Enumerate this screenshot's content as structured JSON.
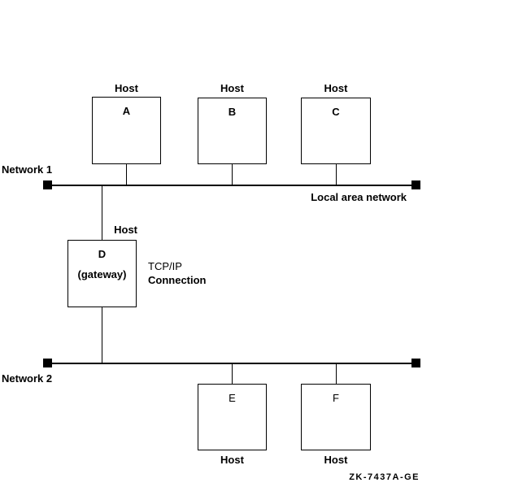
{
  "figure": {
    "caption": "ZK-7437A-GE"
  },
  "networks": [
    {
      "name": "Network 1",
      "annotation": "Local area network"
    },
    {
      "name": "Network 2"
    }
  ],
  "gateway_connection": {
    "protocol": "TCP/IP",
    "label": "Connection"
  },
  "hosts": [
    {
      "id": "A",
      "caption": "Host"
    },
    {
      "id": "B",
      "caption": "Host"
    },
    {
      "id": "C",
      "caption": "Host"
    },
    {
      "id": "D",
      "sub": "(gateway)",
      "caption": "Host"
    },
    {
      "id": "E",
      "caption": "Host"
    },
    {
      "id": "F",
      "caption": "Host"
    }
  ],
  "colors": {
    "line": "#000000",
    "background": "#ffffff",
    "text": "#000000"
  }
}
